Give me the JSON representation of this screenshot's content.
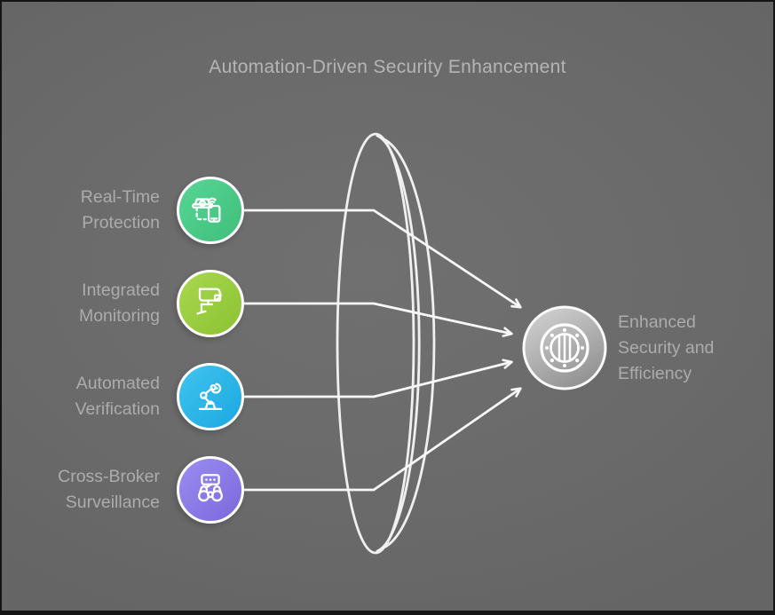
{
  "title": "Automation-Driven Security Enhancement",
  "items": [
    {
      "id": "real-time-protection",
      "label": "Real-Time Protection",
      "label_lines": [
        "Real-Time",
        "Protection"
      ],
      "icon": "security-camera-phone-icon",
      "color_start": "#58d595",
      "color_end": "#3fbf7a"
    },
    {
      "id": "integrated-monitoring",
      "label": "Integrated Monitoring",
      "label_lines": [
        "Integrated",
        "Monitoring"
      ],
      "icon": "cctv-camera-icon",
      "color_start": "#a8d84f",
      "color_end": "#8cc232"
    },
    {
      "id": "automated-verification",
      "label": "Automated Verification",
      "label_lines": [
        "Automated",
        "Verification"
      ],
      "icon": "robot-arm-icon",
      "color_start": "#41c3ef",
      "color_end": "#1aa8e0"
    },
    {
      "id": "cross-broker-surveillance",
      "label": "Cross-Broker Surveillance",
      "label_lines": [
        "Cross-Broker",
        "Surveillance"
      ],
      "icon": "binoculars-chat-icon",
      "color_start": "#9a8df0",
      "color_end": "#7b68dc"
    }
  ],
  "result": {
    "label": "Enhanced Security and Efficiency",
    "label_lines": [
      "Enhanced",
      "Security and",
      "Efficiency"
    ],
    "icon": "vault-porthole-icon",
    "fill_start": "#d6d6d6",
    "fill_end": "#949494"
  },
  "colors": {
    "background": "#6b6b6b",
    "frame_border": "#141414",
    "title_text": "#b5b5b5",
    "label_text": "#acacac",
    "line_stroke": "#f7f7f7",
    "lens_stroke": "#f0f0f0",
    "icon_stroke": "#ffffff"
  }
}
